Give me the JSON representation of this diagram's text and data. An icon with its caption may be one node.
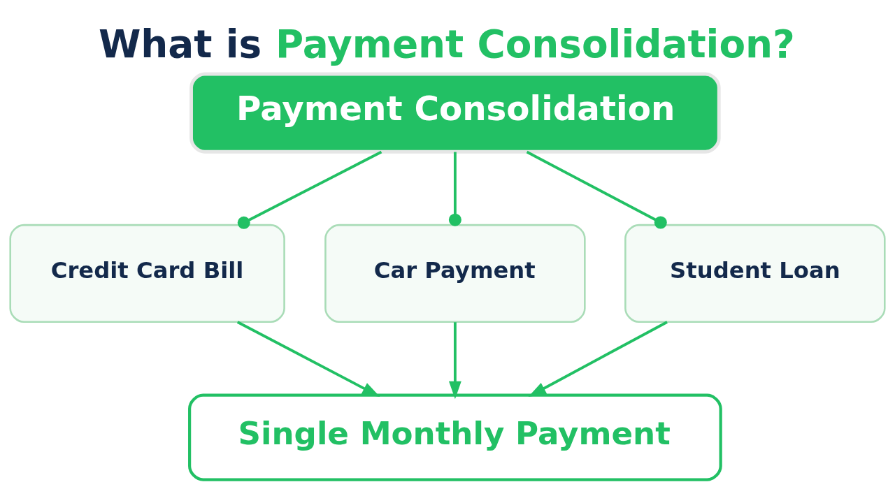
{
  "diagram": {
    "title": "What is Payment Consolidation?",
    "nodes": [
      {
        "text": [
          "Payment Consolidation"
        ]
      },
      {
        "text": [
          "Credit Card Bill"
        ]
      },
      {
        "text": [
          "Car Payment"
        ]
      },
      {
        "text": [
          "Student Loan"
        ]
      },
      {
        "text": [
          "Single Monthly Payment"
        ]
      }
    ],
    "edges": [
      {
        "from": 0,
        "to": 1,
        "arrow": "other"
      },
      {
        "from": 0,
        "to": 2,
        "arrow": "other"
      },
      {
        "from": 0,
        "to": 3,
        "arrow": "other"
      },
      {
        "from": 1,
        "to": 4,
        "arrow": "to"
      },
      {
        "from": 2,
        "to": 4,
        "arrow": "to"
      },
      {
        "from": 3,
        "to": 4,
        "arrow": "to"
      }
    ]
  }
}
